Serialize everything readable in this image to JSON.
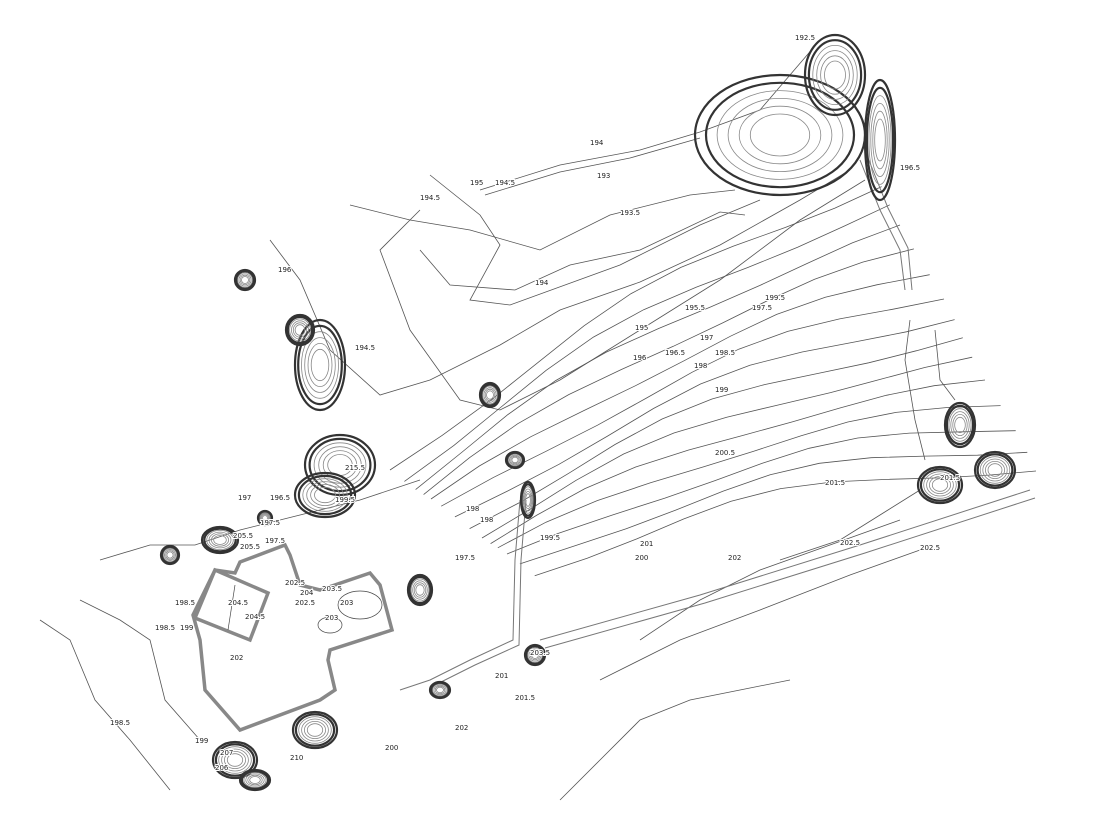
{
  "map": {
    "type": "topographic contour plan",
    "line_color": "#555555",
    "background": "#ffffff",
    "contour_labels": [
      "192.5",
      "193",
      "193.5",
      "194",
      "194",
      "194.5",
      "194.5",
      "194.5",
      "195",
      "195.5",
      "196",
      "196.5",
      "197",
      "197.5",
      "198",
      "198.5",
      "199",
      "199.5",
      "200",
      "200.5",
      "201",
      "201.5",
      "202",
      "202.5",
      "202.5",
      "196",
      "196.5",
      "197",
      "197.5",
      "197.5",
      "198",
      "198",
      "198.5",
      "198.5",
      "198.5",
      "199",
      "199",
      "199.5",
      "202",
      "202.5",
      "202.5",
      "203",
      "203",
      "203.5",
      "204",
      "204.5",
      "204.5",
      "205.5",
      "201",
      "201.5",
      "202",
      "200",
      "201.5",
      "196.5",
      "195",
      "215.5",
      "210",
      "206",
      "207",
      "205.5",
      "203.5",
      "197.5",
      "199.5"
    ]
  }
}
